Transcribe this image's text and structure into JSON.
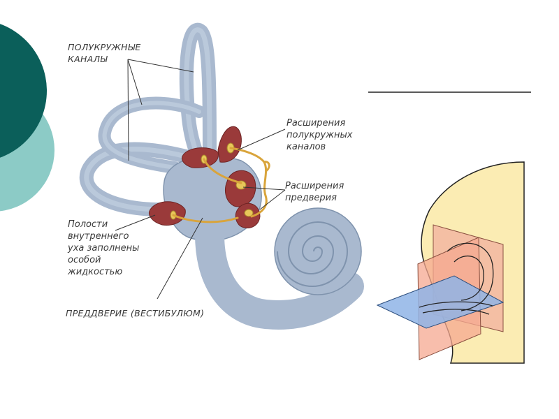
{
  "labels": {
    "semicircular_canals": [
      "ПОЛУКРУЖНЫЕ",
      "КАНАЛЫ"
    ],
    "canal_ampullae": [
      "Расширения",
      "полукружных",
      "каналов"
    ],
    "vestibule_expansions": [
      "Расширения",
      "предверия"
    ],
    "inner_ear_cavities": [
      "Полости",
      "внутреннего",
      "уха заполнены",
      "особой",
      "жидкостью"
    ],
    "vestibule": "ПРЕДДВЕРИЕ (ВЕСТИБУЛЮМ)"
  },
  "colors": {
    "dark_teal": "#0b5f5a",
    "light_teal": "#8ccbc6",
    "bone": "#a9b9cf",
    "bone_dark": "#7f93ad",
    "cavity": "#9a3a3a",
    "nerve": "#d9a43b",
    "head": "#fbecb3",
    "plane_pink": "#f3b4a0",
    "plane_blue": "#8fb4e6"
  }
}
